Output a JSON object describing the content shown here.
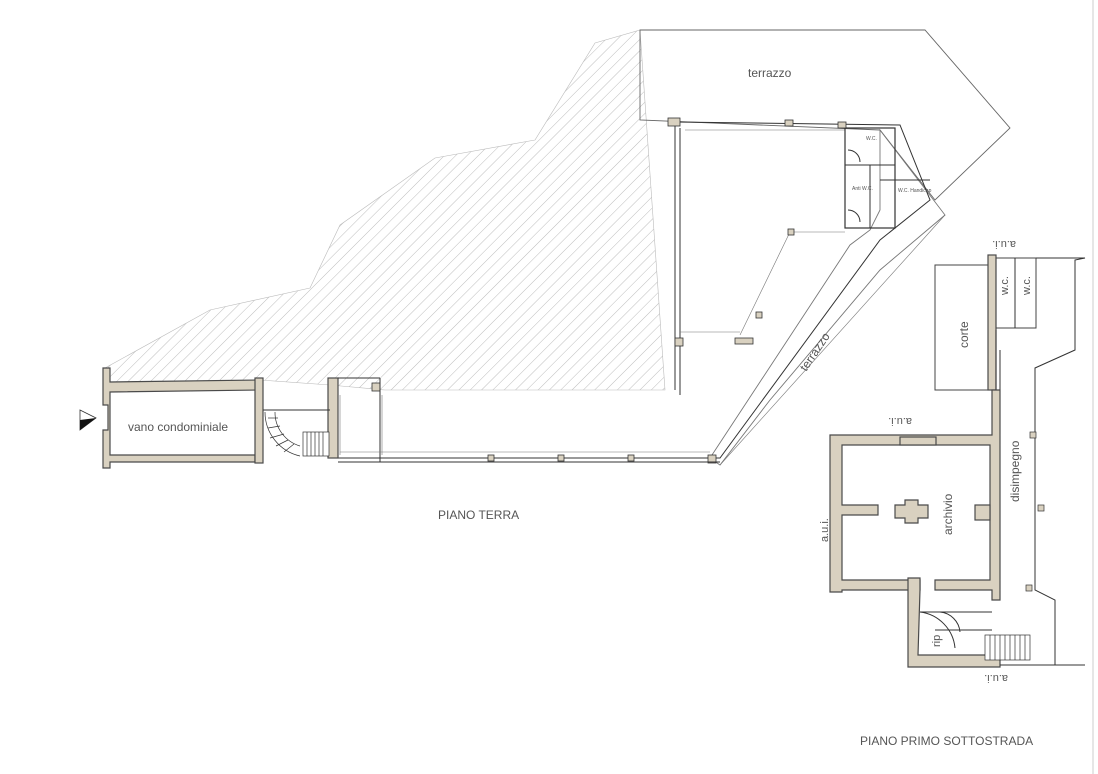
{
  "labels": {
    "terrazzo_top": "terrazzo",
    "terrazzo_side": "terrazzo",
    "vano_condominiale": "vano condominiale",
    "piano_terra": "PIANO TERRA",
    "piano_primo": "PIANO PRIMO SOTTOSTRADA",
    "corte": "corte",
    "wc1": "w.c.",
    "wc2": "w.c.",
    "disimpegno": "disimpegno",
    "archivio": "archivio",
    "aui_left": "a.u.i.",
    "aui_top": "a.u.i.",
    "aui_middle": "a.u.i.",
    "aui_bottom": "a.u.i.",
    "rip": "rip",
    "wc_small": "W.C.",
    "anti_wc": "Anti W.C.",
    "wc_handicap": "W.C. Handicap"
  },
  "colors": {
    "wall_fill": "#d9d1c0",
    "line": "#333333",
    "hatch": "#bdbdbd"
  }
}
